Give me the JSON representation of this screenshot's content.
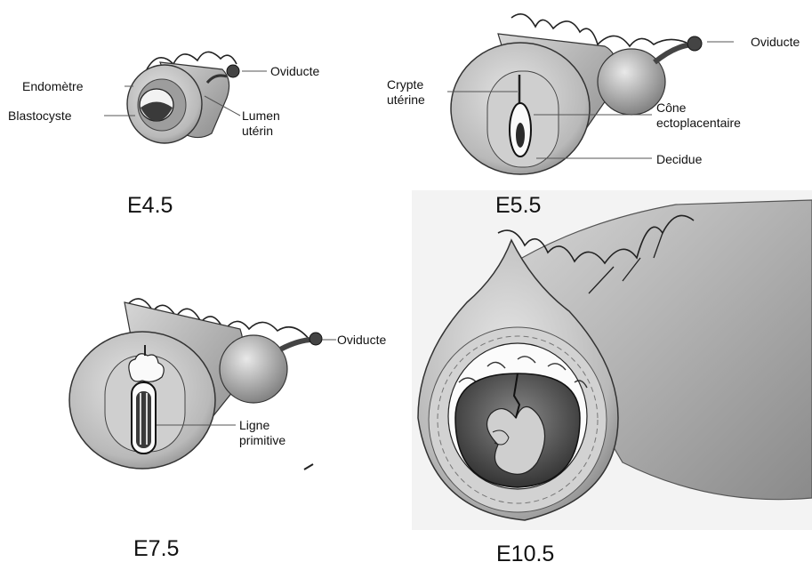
{
  "panels": [
    {
      "stage": "E4.5",
      "labels": {
        "endometrium": "Endomètre",
        "blastocyst": "Blastocyste",
        "oviduct": "Oviducte",
        "lumen": "Lumen\nutérin"
      }
    },
    {
      "stage": "E5.5",
      "labels": {
        "crypt": "Crypte\nutérine",
        "oviduct": "Oviducte",
        "ectoplacental_cone": "Cône\nectoplacentaire",
        "decidua": "Decidue"
      }
    },
    {
      "stage": "E7.5",
      "labels": {
        "oviduct": "Oviducte",
        "primitive_streak": "Ligne\nprimitive"
      }
    },
    {
      "stage": "E10.5",
      "labels": {}
    }
  ]
}
